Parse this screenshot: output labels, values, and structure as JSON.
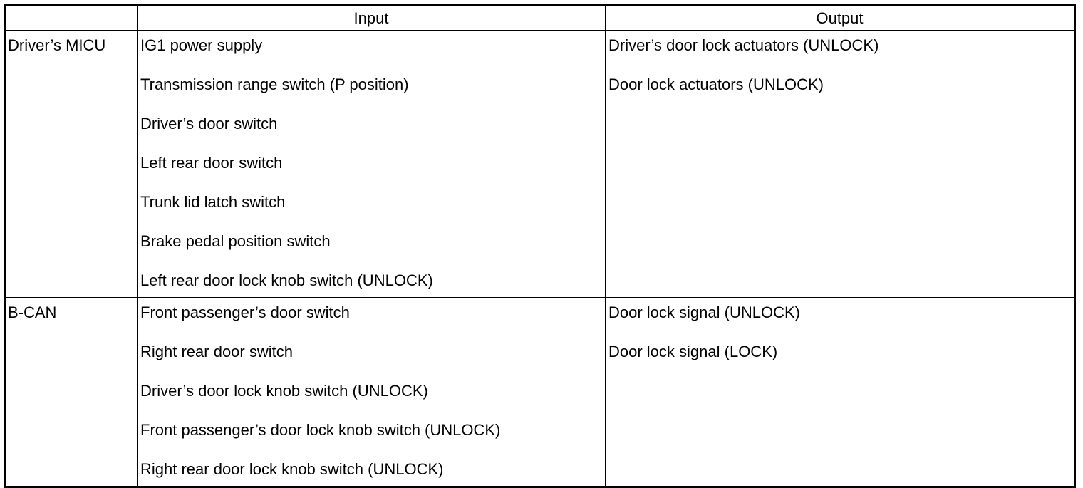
{
  "table": {
    "headers": [
      "",
      "Input",
      "Output"
    ],
    "groups": [
      {
        "unit": "Driver’s MICU",
        "inputs": [
          "IG1 power supply",
          "Transmission range switch (P position)",
          "Driver’s door switch",
          "Left rear door switch",
          "Trunk lid latch switch",
          "Brake pedal position switch",
          "Left rear door lock knob switch (UNLOCK)"
        ],
        "outputs": [
          "Driver’s door lock actuators (UNLOCK)",
          "Door lock actuators (UNLOCK)"
        ]
      },
      {
        "unit": "B-CAN",
        "inputs": [
          "Front passenger’s door switch",
          "Right rear door switch",
          "Driver’s door lock knob switch (UNLOCK)",
          "Front passenger’s door lock knob switch (UNLOCK)",
          "Right rear door lock knob switch (UNLOCK)"
        ],
        "outputs": [
          "Door lock signal (UNLOCK)",
          "Door lock signal (LOCK)"
        ]
      }
    ]
  }
}
